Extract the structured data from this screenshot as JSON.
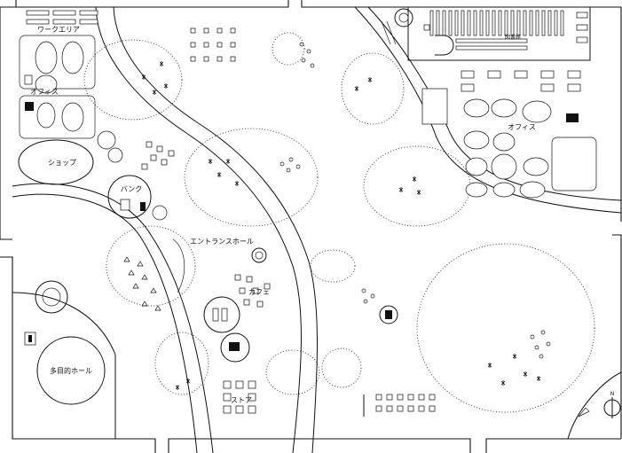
{
  "labels": {
    "work_area": "ワークエリア",
    "office_left": "オフィス",
    "shop": "ショップ",
    "bank": "バンク",
    "entrance_hall": "エントランスホール",
    "cafe": "カフェ",
    "multipurpose_hall": "多目的ホール",
    "office_right": "オフィス",
    "library": "図書館",
    "store": "ストア",
    "north": "N"
  }
}
